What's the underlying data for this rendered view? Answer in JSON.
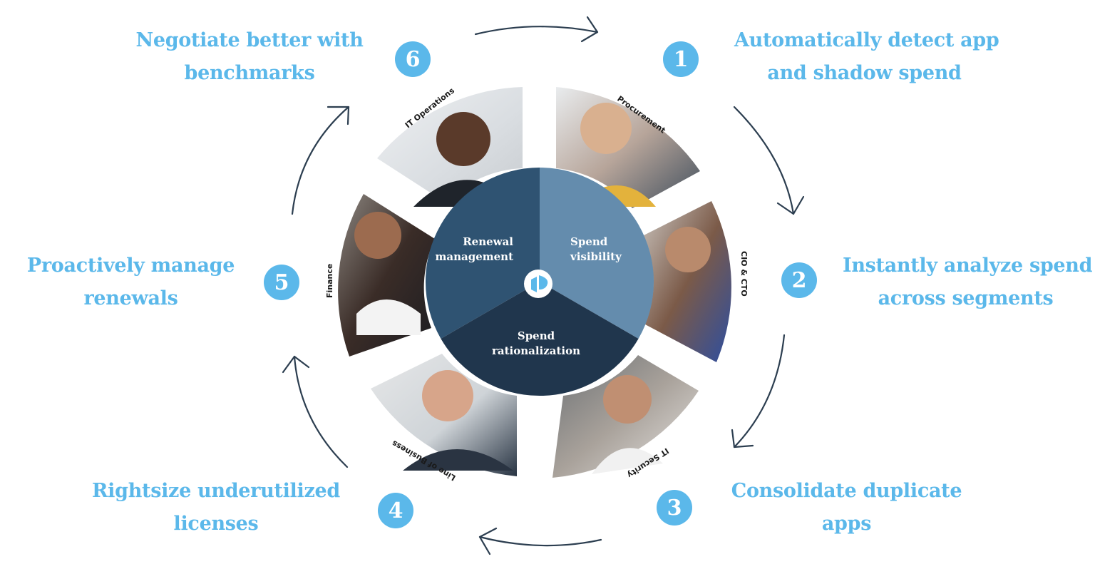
{
  "colors": {
    "accent": "#5bb8ea",
    "arrow": "#2c3e50",
    "segment_renewal": "#2f5372",
    "segment_visibility": "#648cad",
    "segment_rationalization": "#20364d"
  },
  "steps": [
    {
      "number": "1",
      "line1": "Automatically detect app",
      "line2": "and shadow spend"
    },
    {
      "number": "2",
      "line1": "Instantly analyze spend",
      "line2": "across segments"
    },
    {
      "number": "3",
      "line1": "Consolidate duplicate",
      "line2": "apps"
    },
    {
      "number": "4",
      "line1": "Rightsize underutilized",
      "line2": "licenses"
    },
    {
      "number": "5",
      "line1": "Proactively manage",
      "line2": "renewals"
    },
    {
      "number": "6",
      "line1": "Negotiate better with",
      "line2": "benchmarks"
    }
  ],
  "center": {
    "segments": [
      {
        "line1": "Renewal",
        "line2": "management"
      },
      {
        "line1": "Spend",
        "line2": "visibility"
      },
      {
        "line1": "Spend",
        "line2": "rationalization"
      }
    ],
    "logo_icon": "brand-logo-icon"
  },
  "roles": [
    {
      "label": "IT Operations"
    },
    {
      "label": "Procurement"
    },
    {
      "label": "CIO & CTO"
    },
    {
      "label": "IT Security"
    },
    {
      "label": "Line of Business"
    },
    {
      "label": "Finance"
    }
  ]
}
